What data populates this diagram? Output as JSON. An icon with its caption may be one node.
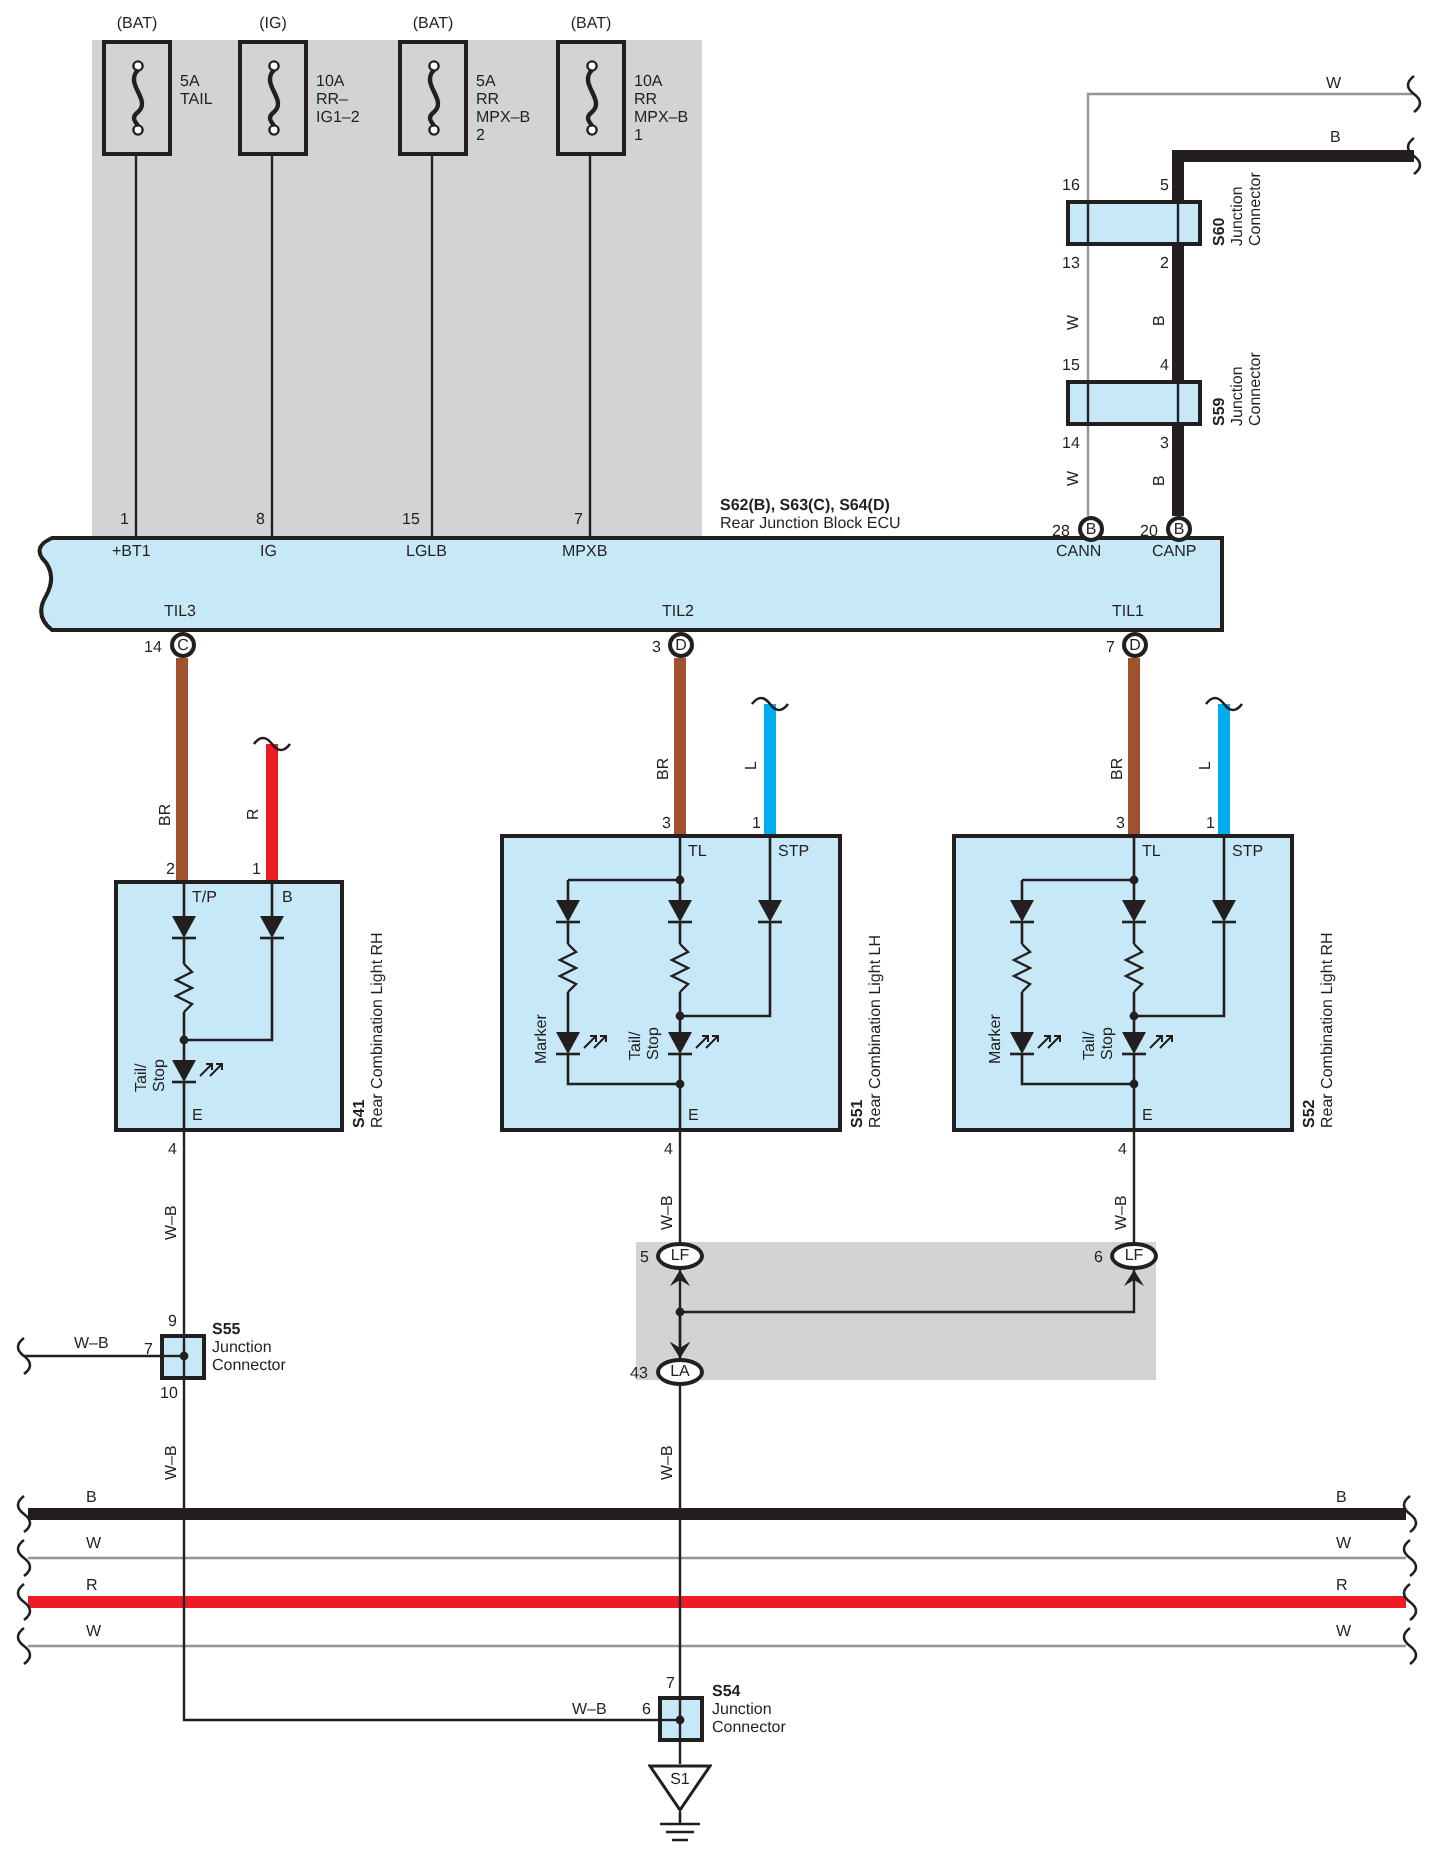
{
  "diagram": {
    "nodes": [
      {
        "text": [],
        "shape": "box"
      },
      {
        "text": [
          "(BAT)"
        ],
        "beside": [
          "5A TAIL"
        ],
        "in": 0
      },
      {
        "text": [
          "(IG)"
        ],
        "beside": [
          "10A RR– IG1–2"
        ],
        "in": 0
      },
      {
        "text": [
          "(BAT)"
        ],
        "beside": [
          "5A RR MPX–B 2"
        ],
        "in": 0
      },
      {
        "text": [
          "(BAT)"
        ],
        "beside": [
          "10A RR MPX–B 1"
        ],
        "in": 0
      },
      {
        "text": [
          "S62(B), S63(C), S64(D)",
          "Rear Junction Block ECU"
        ]
      },
      {
        "text": [
          "C"
        ],
        "beside": [
          "14"
        ]
      },
      {
        "text": [
          "D"
        ],
        "beside": [
          "3"
        ]
      },
      {
        "text": [
          "D"
        ],
        "beside": [
          "7"
        ]
      },
      {
        "text": [
          "B"
        ],
        "beside": [
          "28"
        ]
      },
      {
        "text": [
          "B"
        ],
        "beside": [
          "20"
        ]
      },
      {
        "text": [
          "S60",
          "Junction Connector"
        ]
      },
      {
        "text": [
          "S59",
          "Junction Connector"
        ]
      },
      {
        "text": [
          "S41",
          "Rear Combination Light RH"
        ]
      },
      {
        "text": [
          "S51",
          "Rear Combination Light LH"
        ]
      },
      {
        "text": [
          "S52",
          "Rear Combination Light RH"
        ]
      },
      {
        "text": [
          "S55",
          "Junction Connector"
        ]
      },
      {
        "text": [],
        "shape": "box"
      },
      {
        "text": [
          "LF"
        ],
        "beside": [
          "5"
        ],
        "in": 17
      },
      {
        "text": [
          "LF"
        ],
        "beside": [
          "6"
        ],
        "in": 17
      },
      {
        "text": [
          "LA"
        ],
        "beside": [
          "43"
        ],
        "in": 17
      },
      {
        "text": [
          "S54",
          "Junction Connector"
        ]
      },
      {
        "text": [
          "S1"
        ]
      }
    ],
    "edges": [
      {
        "from": 1,
        "to": 5,
        "arrow": "none"
      },
      {
        "from": 2,
        "to": 5,
        "arrow": "none"
      },
      {
        "from": 3,
        "to": 5,
        "arrow": "none"
      },
      {
        "from": 4,
        "to": 5,
        "arrow": "none"
      },
      {
        "from": null,
        "to": 11,
        "arrow": "none",
        "label": "W",
        "color": "#939598"
      },
      {
        "from": null,
        "to": 11,
        "arrow": "none",
        "label": "B",
        "style": "thick"
      },
      {
        "from": 11,
        "to": 12,
        "arrow": "none",
        "label": "W",
        "color": "#939598"
      },
      {
        "from": 11,
        "to": 12,
        "arrow": "none",
        "label": "B",
        "style": "thick"
      },
      {
        "from": 12,
        "to": 9,
        "arrow": "none",
        "label": "W",
        "color": "#939598"
      },
      {
        "from": 12,
        "to": 10,
        "arrow": "none",
        "label": "B",
        "style": "thick"
      },
      {
        "from": 6,
        "to": 13,
        "arrow": "none",
        "label": "BR",
        "style": "thick",
        "color": "#a0522d"
      },
      {
        "from": null,
        "to": 13,
        "arrow": "none",
        "label": "R",
        "style": "thick",
        "color": "#ed1c24"
      },
      {
        "from": 7,
        "to": 14,
        "arrow": "none",
        "label": "BR",
        "style": "thick",
        "color": "#a0522d"
      },
      {
        "from": null,
        "to": 14,
        "arrow": "none",
        "label": "L",
        "style": "thick",
        "color": "#00aeef"
      },
      {
        "from": 8,
        "to": 15,
        "arrow": "none",
        "label": "BR",
        "style": "thick",
        "color": "#a0522d"
      },
      {
        "from": null,
        "to": 15,
        "arrow": "none",
        "label": "L",
        "style": "thick",
        "color": "#00aeef"
      },
      {
        "from": 13,
        "to": 16,
        "arrow": "none",
        "label": "W–B"
      },
      {
        "from": 14,
        "to": 18,
        "arrow": "none",
        "label": "W–B"
      },
      {
        "from": 15,
        "to": 19,
        "arrow": "none",
        "label": "W–B"
      },
      {
        "from": 18,
        "to": 20,
        "arrow": "both"
      },
      {
        "from": 19,
        "to": 20,
        "arrow": "both"
      },
      {
        "from": null,
        "to": 16,
        "arrow": "none",
        "label": "W–B"
      },
      {
        "from": 16,
        "to": 21,
        "arrow": "none",
        "label": "W–B"
      },
      {
        "from": 20,
        "to": 21,
        "arrow": "none",
        "label": "W–B"
      },
      {
        "from": 21,
        "to": 22,
        "arrow": "none"
      }
    ],
    "labels": [
      "1",
      "8",
      "15",
      "7",
      "+BT1",
      "IG",
      "LGLB",
      "MPXB",
      "CANN",
      "CANP",
      "TIL3",
      "TIL2",
      "TIL1",
      "16",
      "5",
      "13",
      "2",
      "15",
      "4",
      "14",
      "3",
      "2",
      "1",
      "T/P",
      "B",
      "Tail/ Stop",
      "E",
      "4",
      "3",
      "1",
      "TL",
      "STP",
      "Marker",
      "Tail/ Stop",
      "E",
      "4",
      "3",
      "1",
      "TL",
      "STP",
      "Marker",
      "Tail/ Stop",
      "E",
      "4",
      "9",
      "7",
      "10",
      "7",
      "W–B",
      "6",
      "B",
      "B",
      "W",
      "W",
      "R",
      "R",
      "W",
      "W"
    ]
  }
}
